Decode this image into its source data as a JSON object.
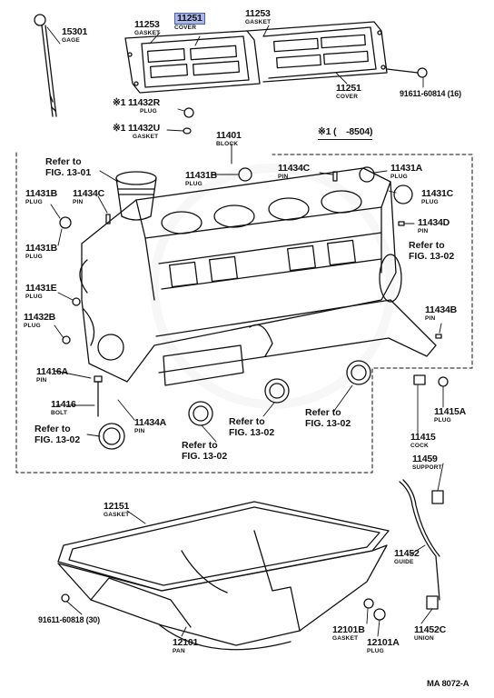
{
  "labels": {
    "gage_15301": {
      "num": "15301",
      "name": "GAGE"
    },
    "gasket_11253_left": {
      "num": "11253",
      "name": "GASKET"
    },
    "cover_11251_top": {
      "num": "11251",
      "name": "COVER"
    },
    "gasket_11253_right": {
      "num": "11253",
      "name": "GASKET"
    },
    "cover_11251_right": {
      "num": "11251",
      "name": "COVER"
    },
    "bolt_91611_60814": {
      "num": "91611-60814 (16)",
      "name": ""
    },
    "plug_11432R": {
      "num": "※1 11432R",
      "name": "PLUG"
    },
    "gasket_11432U": {
      "num": "※1 11432U",
      "name": "GASKET"
    },
    "block_11401": {
      "num": "11401",
      "name": "BLOCK"
    },
    "note_star1": {
      "num": "※1 (    -8504)",
      "name": ""
    },
    "ref_fig1301": {
      "num": "Refer to\nFIG. 13-01",
      "name": ""
    },
    "plug_11431B_top": {
      "num": "11431B",
      "name": "PLUG"
    },
    "pin_11434C_top": {
      "num": "11434C",
      "name": "PIN"
    },
    "plug_11431A": {
      "num": "11431A",
      "name": "PLUG"
    },
    "plug_11431B_left": {
      "num": "11431B",
      "name": "PLUG"
    },
    "pin_11434C_left": {
      "num": "11434C",
      "name": "PIN"
    },
    "plug_11431C": {
      "num": "11431C",
      "name": "PLUG"
    },
    "pin_11434D": {
      "num": "11434D",
      "name": "PIN"
    },
    "plug_11431B_low": {
      "num": "11431B",
      "name": "PLUG"
    },
    "ref_fig1302_right": {
      "num": "Refer to\nFIG. 13-02",
      "name": ""
    },
    "plug_11431E": {
      "num": "11431E",
      "name": "PLUG"
    },
    "plug_11432B": {
      "num": "11432B",
      "name": "PLUG"
    },
    "pin_11434B": {
      "num": "11434B",
      "name": "PIN"
    },
    "pin_11416A": {
      "num": "11416A",
      "name": "PIN"
    },
    "bolt_11416": {
      "num": "11416",
      "name": "BOLT"
    },
    "ref_fig1302_a": {
      "num": "Refer to\nFIG. 13-02",
      "name": ""
    },
    "pin_11434A": {
      "num": "11434A",
      "name": "PIN"
    },
    "ref_fig1302_b": {
      "num": "Refer to\nFIG. 13-02",
      "name": ""
    },
    "ref_fig1302_c": {
      "num": "Refer to\nFIG. 13-02",
      "name": ""
    },
    "ref_fig1302_d": {
      "num": "Refer to\nFIG. 13-02",
      "name": ""
    },
    "plug_11415A": {
      "num": "11415A",
      "name": "PLUG"
    },
    "cock_11415": {
      "num": "11415",
      "name": "COCK"
    },
    "support_11459": {
      "num": "11459",
      "name": "SUPPORT"
    },
    "gasket_12151": {
      "num": "12151",
      "name": "GASKET"
    },
    "guide_11452": {
      "num": "11452",
      "name": "GUIDE"
    },
    "bolt_91611_60818": {
      "num": "91611-60818 (30)",
      "name": ""
    },
    "gasket_12101B": {
      "num": "12101B",
      "name": "GASKET"
    },
    "union_11452C": {
      "num": "11452C",
      "name": "UNION"
    },
    "pan_12101": {
      "num": "12101",
      "name": "PAN"
    },
    "plug_12101A": {
      "num": "12101A",
      "name": "PLUG"
    },
    "figure_code": {
      "num": "MA 8072-A",
      "name": ""
    }
  },
  "colors": {
    "ink": "#111111",
    "highlight": "#a9b8e8"
  }
}
